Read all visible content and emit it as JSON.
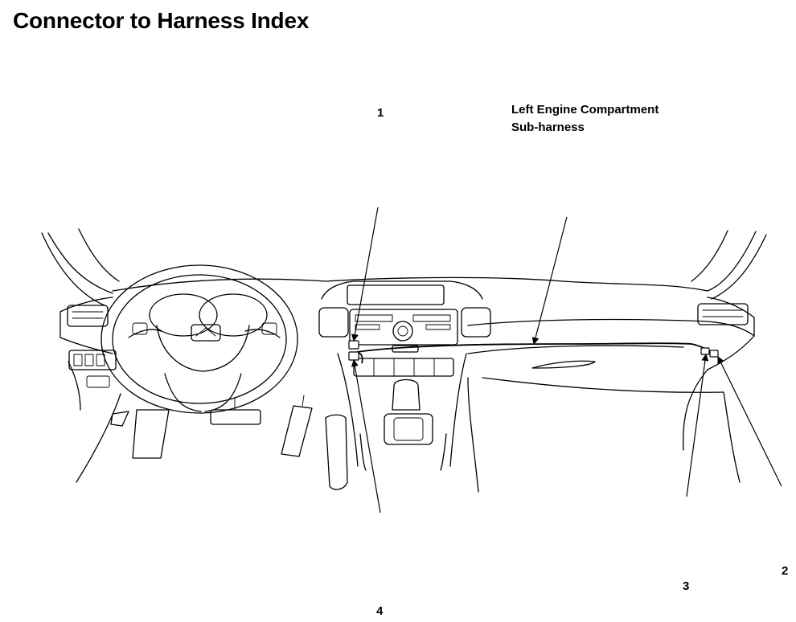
{
  "page": {
    "title": "Connector to Harness Index"
  },
  "callouts": {
    "c1": "1",
    "c2": "2",
    "c3": "3",
    "c4": "4",
    "harness_line1": "Left Engine Compartment",
    "harness_line2": "Sub-harness"
  }
}
